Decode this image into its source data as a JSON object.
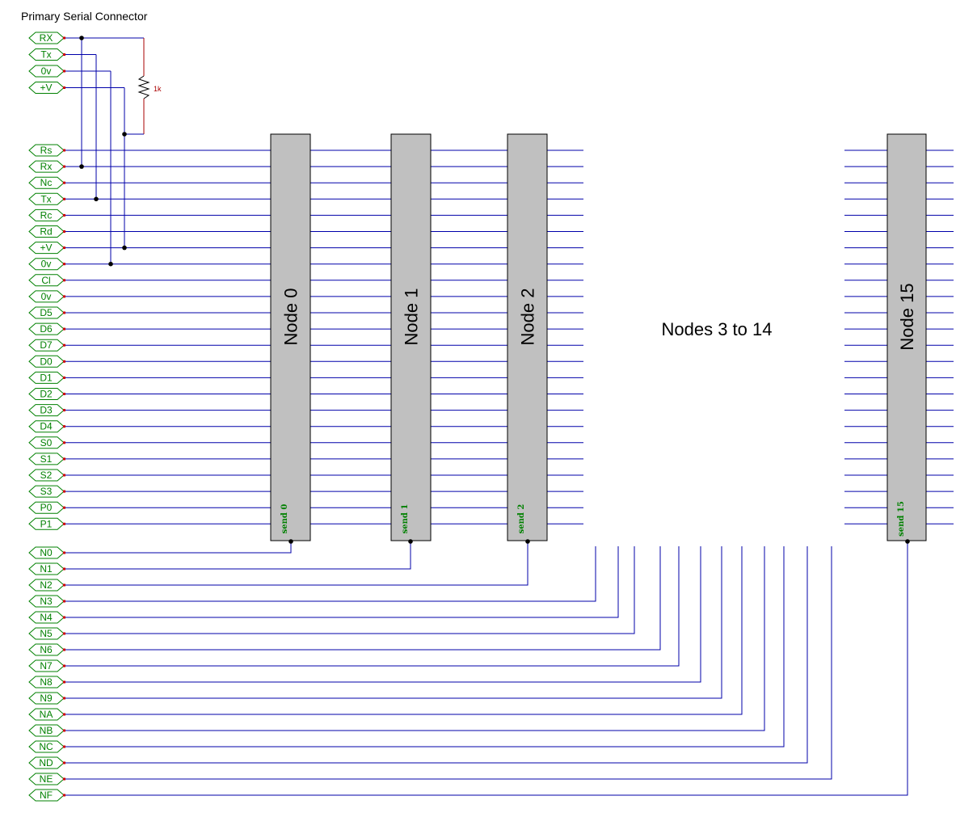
{
  "title": "Primary Serial Connector",
  "connector_ports": [
    "RX",
    "Tx",
    "0v",
    "+V"
  ],
  "resistor_label": "1k",
  "bus_ports": [
    "Rs",
    "Rx",
    "Nc",
    "Tx",
    "Rc",
    "Rd",
    "+V",
    "0v",
    "Cl",
    "0v",
    "D5",
    "D6",
    "D7",
    "D0",
    "D1",
    "D2",
    "D3",
    "D4",
    "S0",
    "S1",
    "S2",
    "S3",
    "P0",
    "P1"
  ],
  "node_ports": [
    "N0",
    "N1",
    "N2",
    "N3",
    "N4",
    "N5",
    "N6",
    "N7",
    "N8",
    "N9",
    "NA",
    "NB",
    "NC",
    "ND",
    "NE",
    "NF"
  ],
  "nodes": [
    {
      "label": "Node 0",
      "send": "send 0"
    },
    {
      "label": "Node 1",
      "send": "send 1"
    },
    {
      "label": "Node 2",
      "send": "send 2"
    },
    {
      "label": "Node 15",
      "send": "send 15"
    }
  ],
  "middle_label": "Nodes 3 to 14",
  "colors": {
    "wire": "#0000aa",
    "port": "#008000",
    "node_fill": "#c0c0c0",
    "resistor": "#aa0000"
  }
}
